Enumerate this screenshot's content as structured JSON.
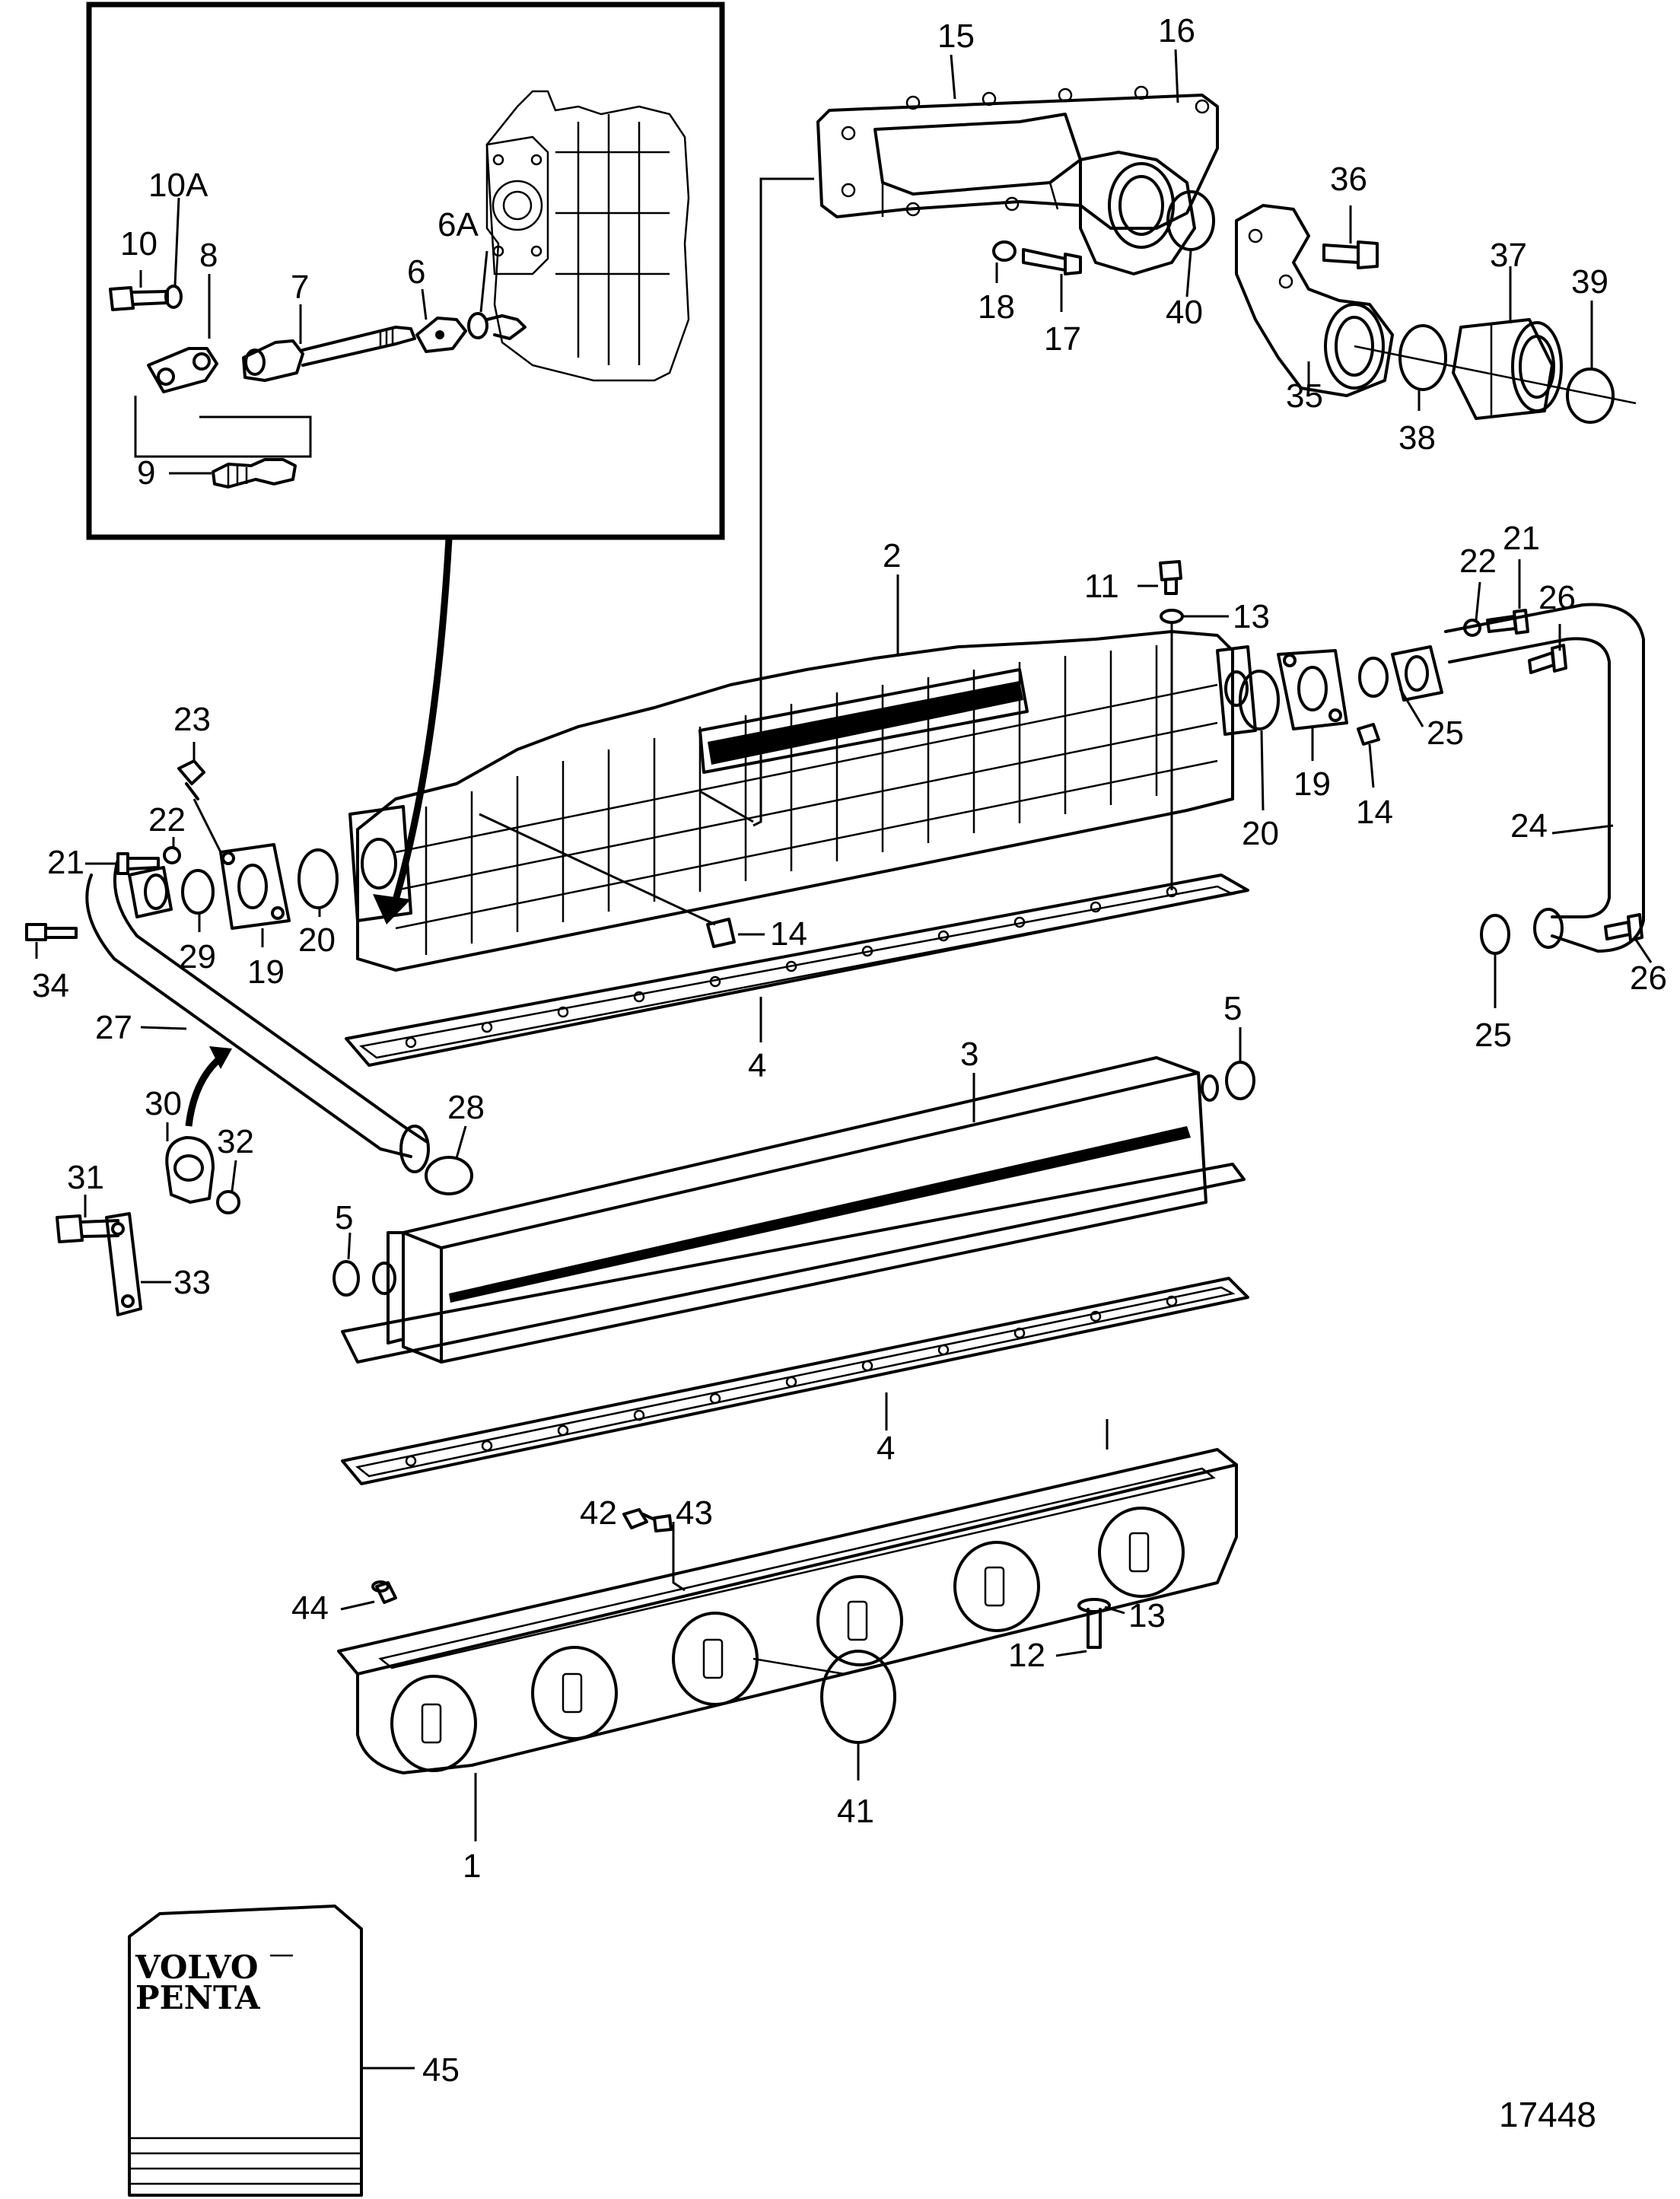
{
  "drawing_number": "17448",
  "logo": {
    "line1": "VOLVO",
    "line2": "PENTA"
  },
  "labels": {
    "p1": "1",
    "p2": "2",
    "p3": "3",
    "p4a": "4",
    "p4b": "4",
    "p5a": "5",
    "p5b": "5",
    "p6": "6",
    "p6A": "6A",
    "p7": "7",
    "p8": "8",
    "p9": "9",
    "p10": "10",
    "p10A": "10A",
    "p11": "11",
    "p12": "12",
    "p13a": "13",
    "p13b": "13",
    "p14a": "14",
    "p14b": "14",
    "p15": "15",
    "p16": "16",
    "p17": "17",
    "p18": "18",
    "p19a": "19",
    "p19b": "19",
    "p20a": "20",
    "p20b": "20",
    "p21a": "21",
    "p21b": "21",
    "p22a": "22",
    "p22b": "22",
    "p23": "23",
    "p24": "24",
    "p25a": "25",
    "p25b": "25",
    "p26a": "26",
    "p26b": "26",
    "p27": "27",
    "p28": "28",
    "p29": "29",
    "p30": "30",
    "p31": "31",
    "p32": "32",
    "p33": "33",
    "p34": "34",
    "p35": "35",
    "p36": "36",
    "p37": "37",
    "p38": "38",
    "p39": "39",
    "p40": "40",
    "p41": "41",
    "p42": "42",
    "p43": "43",
    "p44": "44",
    "p45": "45"
  }
}
